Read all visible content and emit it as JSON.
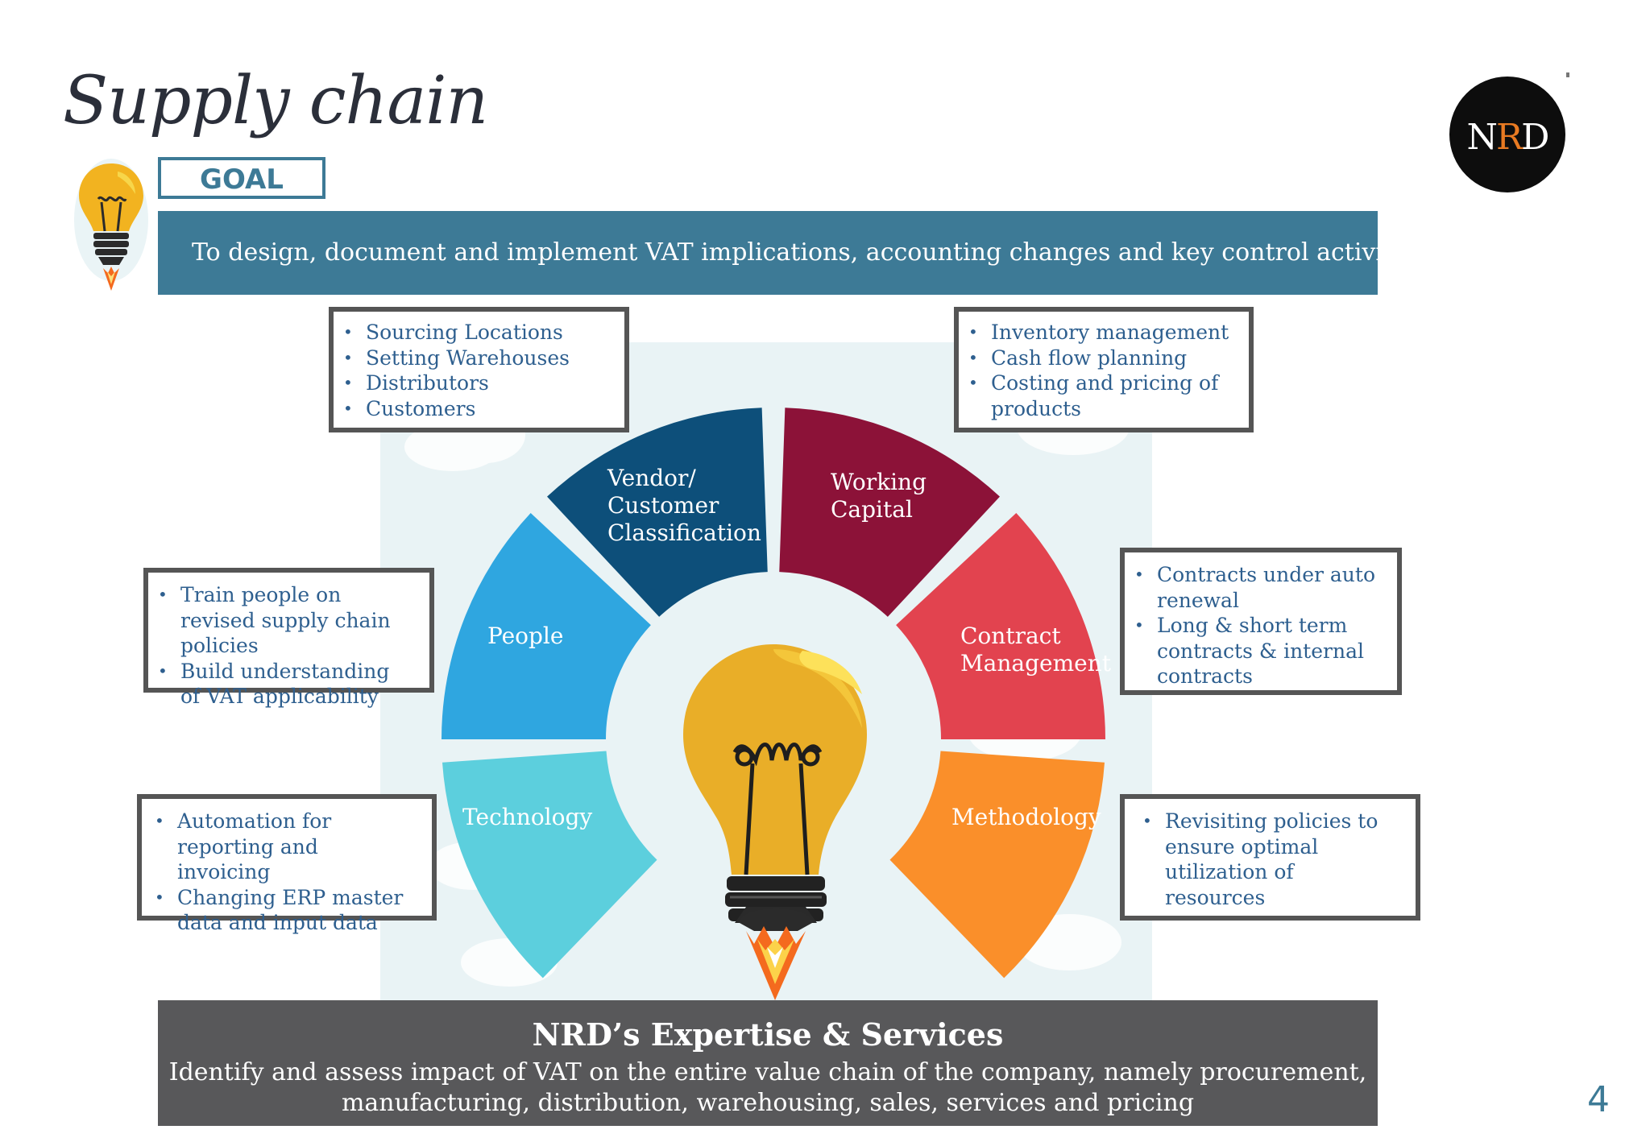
{
  "title": "Supply chain",
  "logo": {
    "text_n": "N",
    "text_r": "R",
    "text_d": "D",
    "accent": "#e87a22"
  },
  "goal": {
    "label": "GOAL",
    "text": "To design, document and implement VAT implications, accounting changes and  key control activities"
  },
  "segments": {
    "vendor": {
      "label_lines": [
        "Vendor/",
        "Customer",
        "Classification"
      ],
      "color": "#0d4f7a"
    },
    "working_capital": {
      "label_lines": [
        "Working",
        "Capital"
      ],
      "color": "#8c1238"
    },
    "people": {
      "label": "People",
      "color": "#2fa6e0"
    },
    "contract": {
      "label_lines": [
        "Contract",
        "Management"
      ],
      "color": "#e2434f"
    },
    "technology": {
      "label": "Technology",
      "color": "#5ccfdd"
    },
    "methodology": {
      "label": "Methodology",
      "color": "#fa8f2a"
    }
  },
  "boxes": {
    "vendor": [
      "Sourcing Locations",
      "Setting Warehouses",
      "Distributors",
      "Customers"
    ],
    "working_capital": [
      "Inventory management",
      "Cash flow planning",
      "Costing and pricing of products"
    ],
    "people": [
      "Train people on revised supply chain policies",
      "Build understanding of VAT applicability"
    ],
    "contract": [
      "Contracts under auto renewal",
      "Long & short term contracts & internal contracts"
    ],
    "technology": [
      "Automation for reporting and invoicing",
      "Changing ERP master data and input data"
    ],
    "methodology": [
      "Revisiting policies to ensure optimal utilization of resources"
    ]
  },
  "footer": {
    "title": "NRD’s Expertise & Services",
    "line1": "Identify and assess impact of VAT on the entire value chain of the company, namely procurement,",
    "line2": "manufacturing, distribution, warehousing, sales, services and pricing"
  },
  "page_number": "4"
}
